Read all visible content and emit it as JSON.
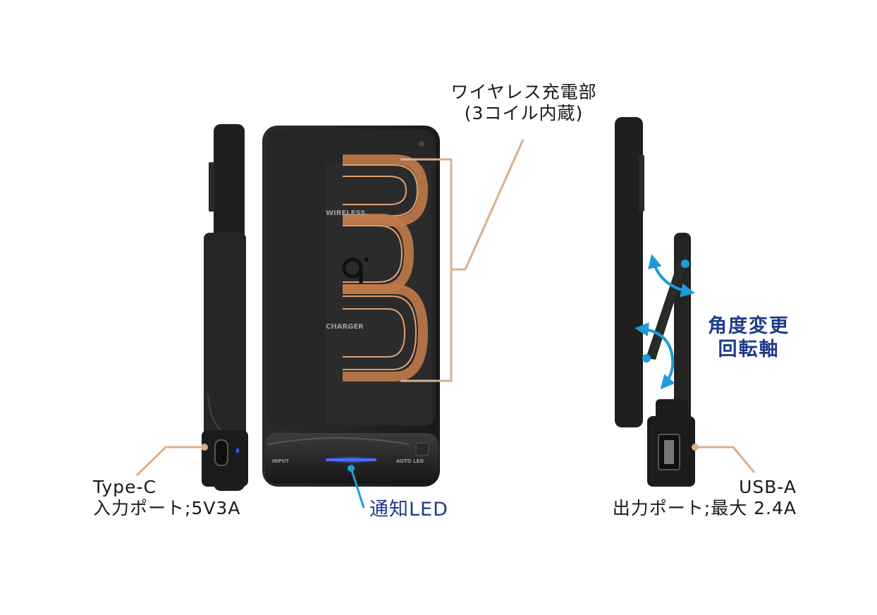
{
  "callouts": {
    "wireless_line1": "ワイヤレス充電部",
    "wireless_line2": "(3コイル内蔵)",
    "typec_line1": "Type-C",
    "typec_line2": "入力ポート;5V3A",
    "led": "通知LED",
    "usba_line1": "USB-A",
    "usba_line2": "出力ポート;最大 2.4A",
    "axis_line1": "角度変更",
    "axis_line2": "回転軸"
  },
  "device_print": {
    "wireless": "WIRELESS",
    "charger": "CHARGER",
    "input": "INPUT",
    "auto_led": "AUTO LED"
  },
  "colors": {
    "body": "#222222",
    "coil": "#c07a4a",
    "leader_line": "#d8b08c",
    "rotation_arrows": "#1e9bd7",
    "axis_label": "#1f3a8a",
    "led_glow": "#4a6cff"
  },
  "icons": {
    "qi_logo": "qi-icon",
    "rotation": "rotate-arrow-icon"
  }
}
